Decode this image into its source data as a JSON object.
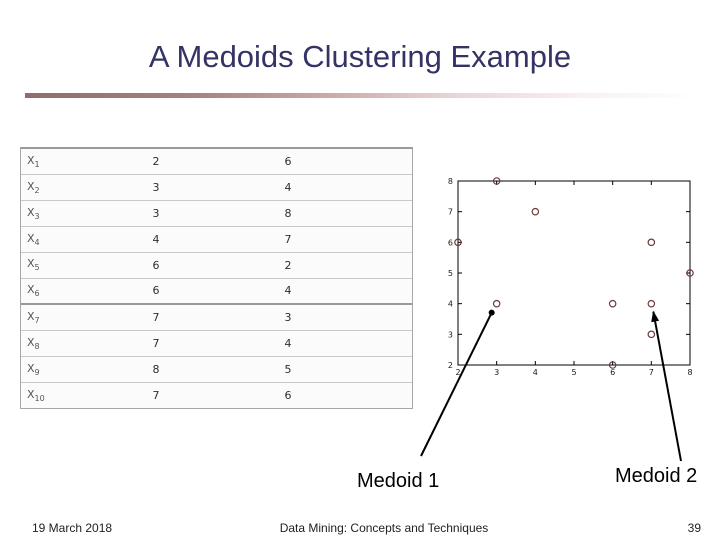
{
  "slide": {
    "title": "A Medoids Clustering Example",
    "footer": {
      "date": "19 March 2018",
      "center": "Data Mining: Concepts and Techniques",
      "page": "39"
    }
  },
  "table": {
    "rows": [
      {
        "label": "X",
        "sub": "1",
        "x": "2",
        "y": "6"
      },
      {
        "label": "X",
        "sub": "2",
        "x": "3",
        "y": "4"
      },
      {
        "label": "X",
        "sub": "3",
        "x": "3",
        "y": "8"
      },
      {
        "label": "X",
        "sub": "4",
        "x": "4",
        "y": "7"
      },
      {
        "label": "X",
        "sub": "5",
        "x": "6",
        "y": "2"
      },
      {
        "label": "X",
        "sub": "6",
        "x": "6",
        "y": "4"
      },
      {
        "label": "X",
        "sub": "7",
        "x": "7",
        "y": "3"
      },
      {
        "label": "X",
        "sub": "8",
        "x": "7",
        "y": "4"
      },
      {
        "label": "X",
        "sub": "9",
        "x": "8",
        "y": "5"
      },
      {
        "label": "X",
        "sub": "10",
        "x": "7",
        "y": "6"
      }
    ],
    "thick_separator_after_row": 6
  },
  "chart_data": {
    "type": "scatter",
    "title": "",
    "xlabel": "",
    "ylabel": "",
    "xlim": [
      2,
      8
    ],
    "ylim": [
      2,
      8
    ],
    "xticks": [
      2,
      3,
      4,
      5,
      6,
      7,
      8
    ],
    "yticks": [
      2,
      3,
      4,
      5,
      6,
      7,
      8
    ],
    "grid": false,
    "marker": "open-circle",
    "marker_color": "#6b3a3a",
    "points": [
      [
        2,
        6
      ],
      [
        3,
        4
      ],
      [
        3,
        8
      ],
      [
        4,
        7
      ],
      [
        6,
        2
      ],
      [
        6,
        4
      ],
      [
        7,
        3
      ],
      [
        7,
        4
      ],
      [
        8,
        5
      ],
      [
        7,
        6
      ]
    ],
    "annotations": [
      {
        "text": "Medoid 1",
        "points_to": [
          3,
          4
        ]
      },
      {
        "text": "Medoid 2",
        "points_to": [
          7,
          4
        ]
      }
    ]
  }
}
